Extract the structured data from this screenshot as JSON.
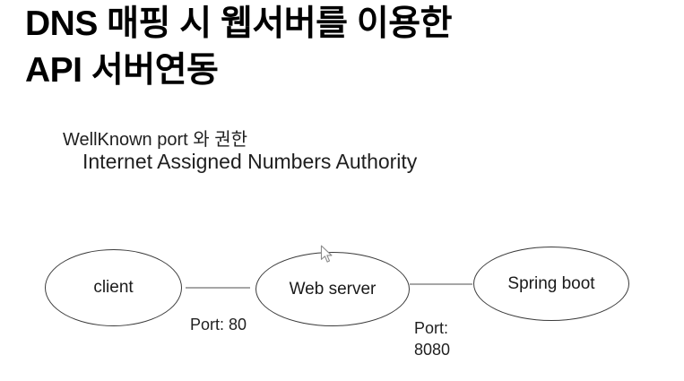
{
  "slide": {
    "title_line1": "DNS 매핑 시 웹서버를 이용한",
    "title_line2": "API 서버연동",
    "subtitle_line1": "WellKnown port 와 권한",
    "subtitle_line2": "Internet Assigned Numbers Authority"
  },
  "diagram": {
    "nodes": [
      {
        "id": "client",
        "label": "client"
      },
      {
        "id": "web-server",
        "label": "Web server"
      },
      {
        "id": "spring-boot",
        "label": "Spring boot"
      }
    ],
    "edges": [
      {
        "from": "client",
        "to": "web-server",
        "port_label": "Port: 80"
      },
      {
        "from": "web-server",
        "to": "spring-boot",
        "port_label_line1": "Port:",
        "port_label_line2": "8080"
      }
    ]
  },
  "cursor": {
    "icon": "arrow-pointer"
  },
  "colors": {
    "background": "#ffffff",
    "title_text": "#000000",
    "body_text": "#1f1f1f",
    "node_stroke": "#3b3b3b",
    "connector": "#a6a6a6"
  }
}
